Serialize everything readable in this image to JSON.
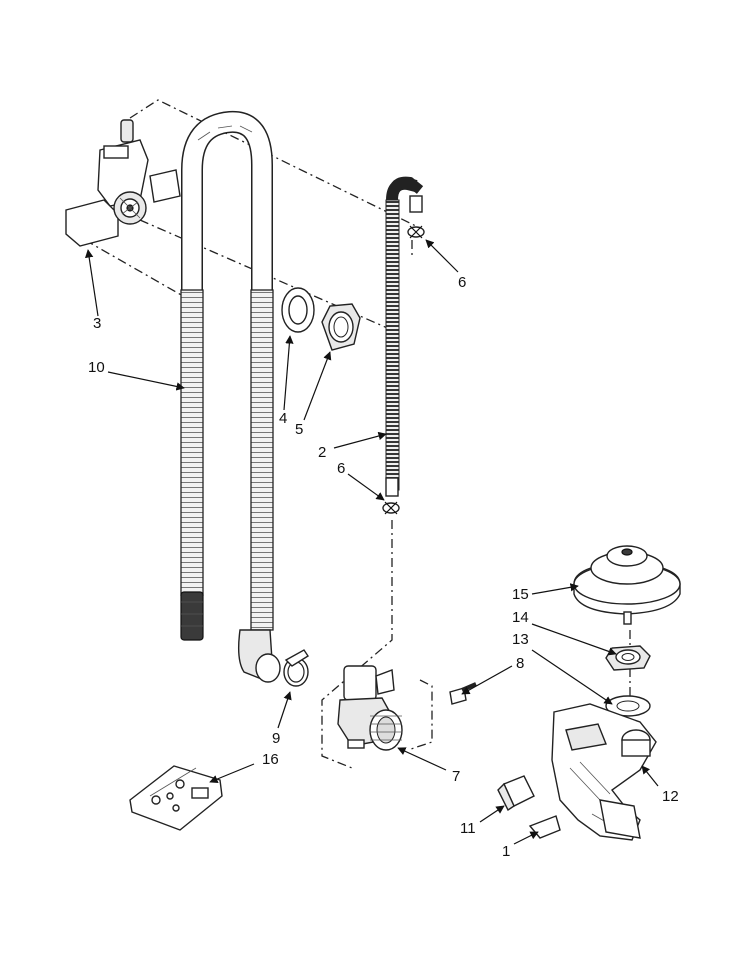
{
  "callouts": {
    "c1": "1",
    "c2": "2",
    "c3": "3",
    "c4": "4",
    "c5": "5",
    "c6a": "6",
    "c6b": "6",
    "c7": "7",
    "c8": "8",
    "c9": "9",
    "c10": "10",
    "c11": "11",
    "c12": "12",
    "c13": "13",
    "c14": "14",
    "c15": "15",
    "c16": "16"
  },
  "colors": {
    "line": "#222222",
    "background": "#ffffff",
    "part_fill": "#e9e9e9"
  }
}
